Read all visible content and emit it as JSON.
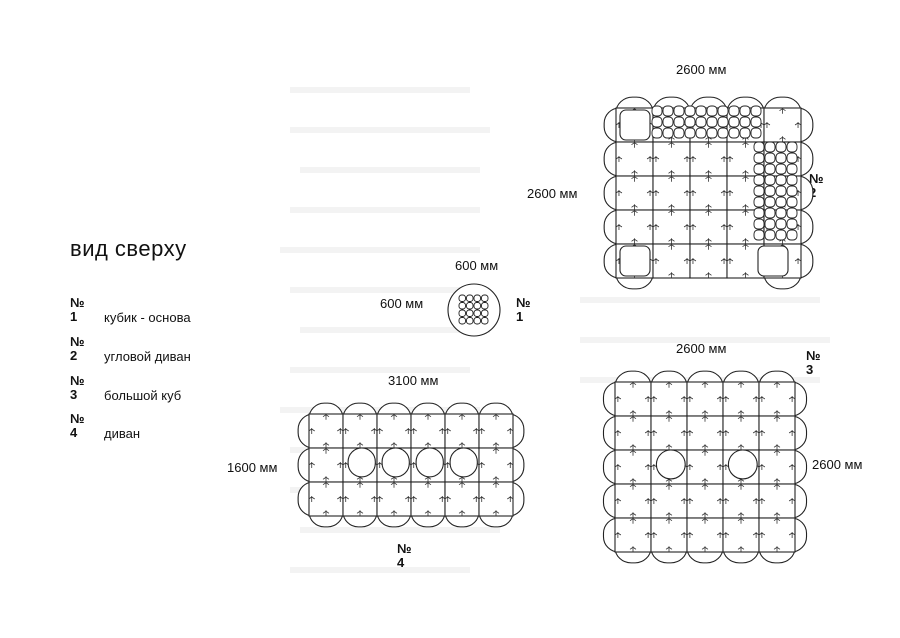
{
  "title": "вид сверху",
  "legend": [
    {
      "no": "№",
      "num": "1",
      "label": "кубик - основа"
    },
    {
      "no": "№",
      "num": "2",
      "label": "угловой диван"
    },
    {
      "no": "№",
      "num": "3",
      "label": "большой куб"
    },
    {
      "no": "№",
      "num": "4",
      "label": "диван"
    }
  ],
  "module1": {
    "width_label": "600 мм",
    "height_label": "600 мм",
    "no": "№",
    "num": "1"
  },
  "module2": {
    "width_label": "2600 мм",
    "height_label": "2600 мм",
    "no": "№",
    "num": "2"
  },
  "module3": {
    "width_label": "2600 мм",
    "height_label": "2600 мм",
    "no": "№",
    "num": "3"
  },
  "module4": {
    "width_label": "3100 мм",
    "height_label": "1600 мм",
    "no": "№",
    "num": "4"
  },
  "colors": {
    "line": "#222222",
    "background": "#ffffff"
  }
}
